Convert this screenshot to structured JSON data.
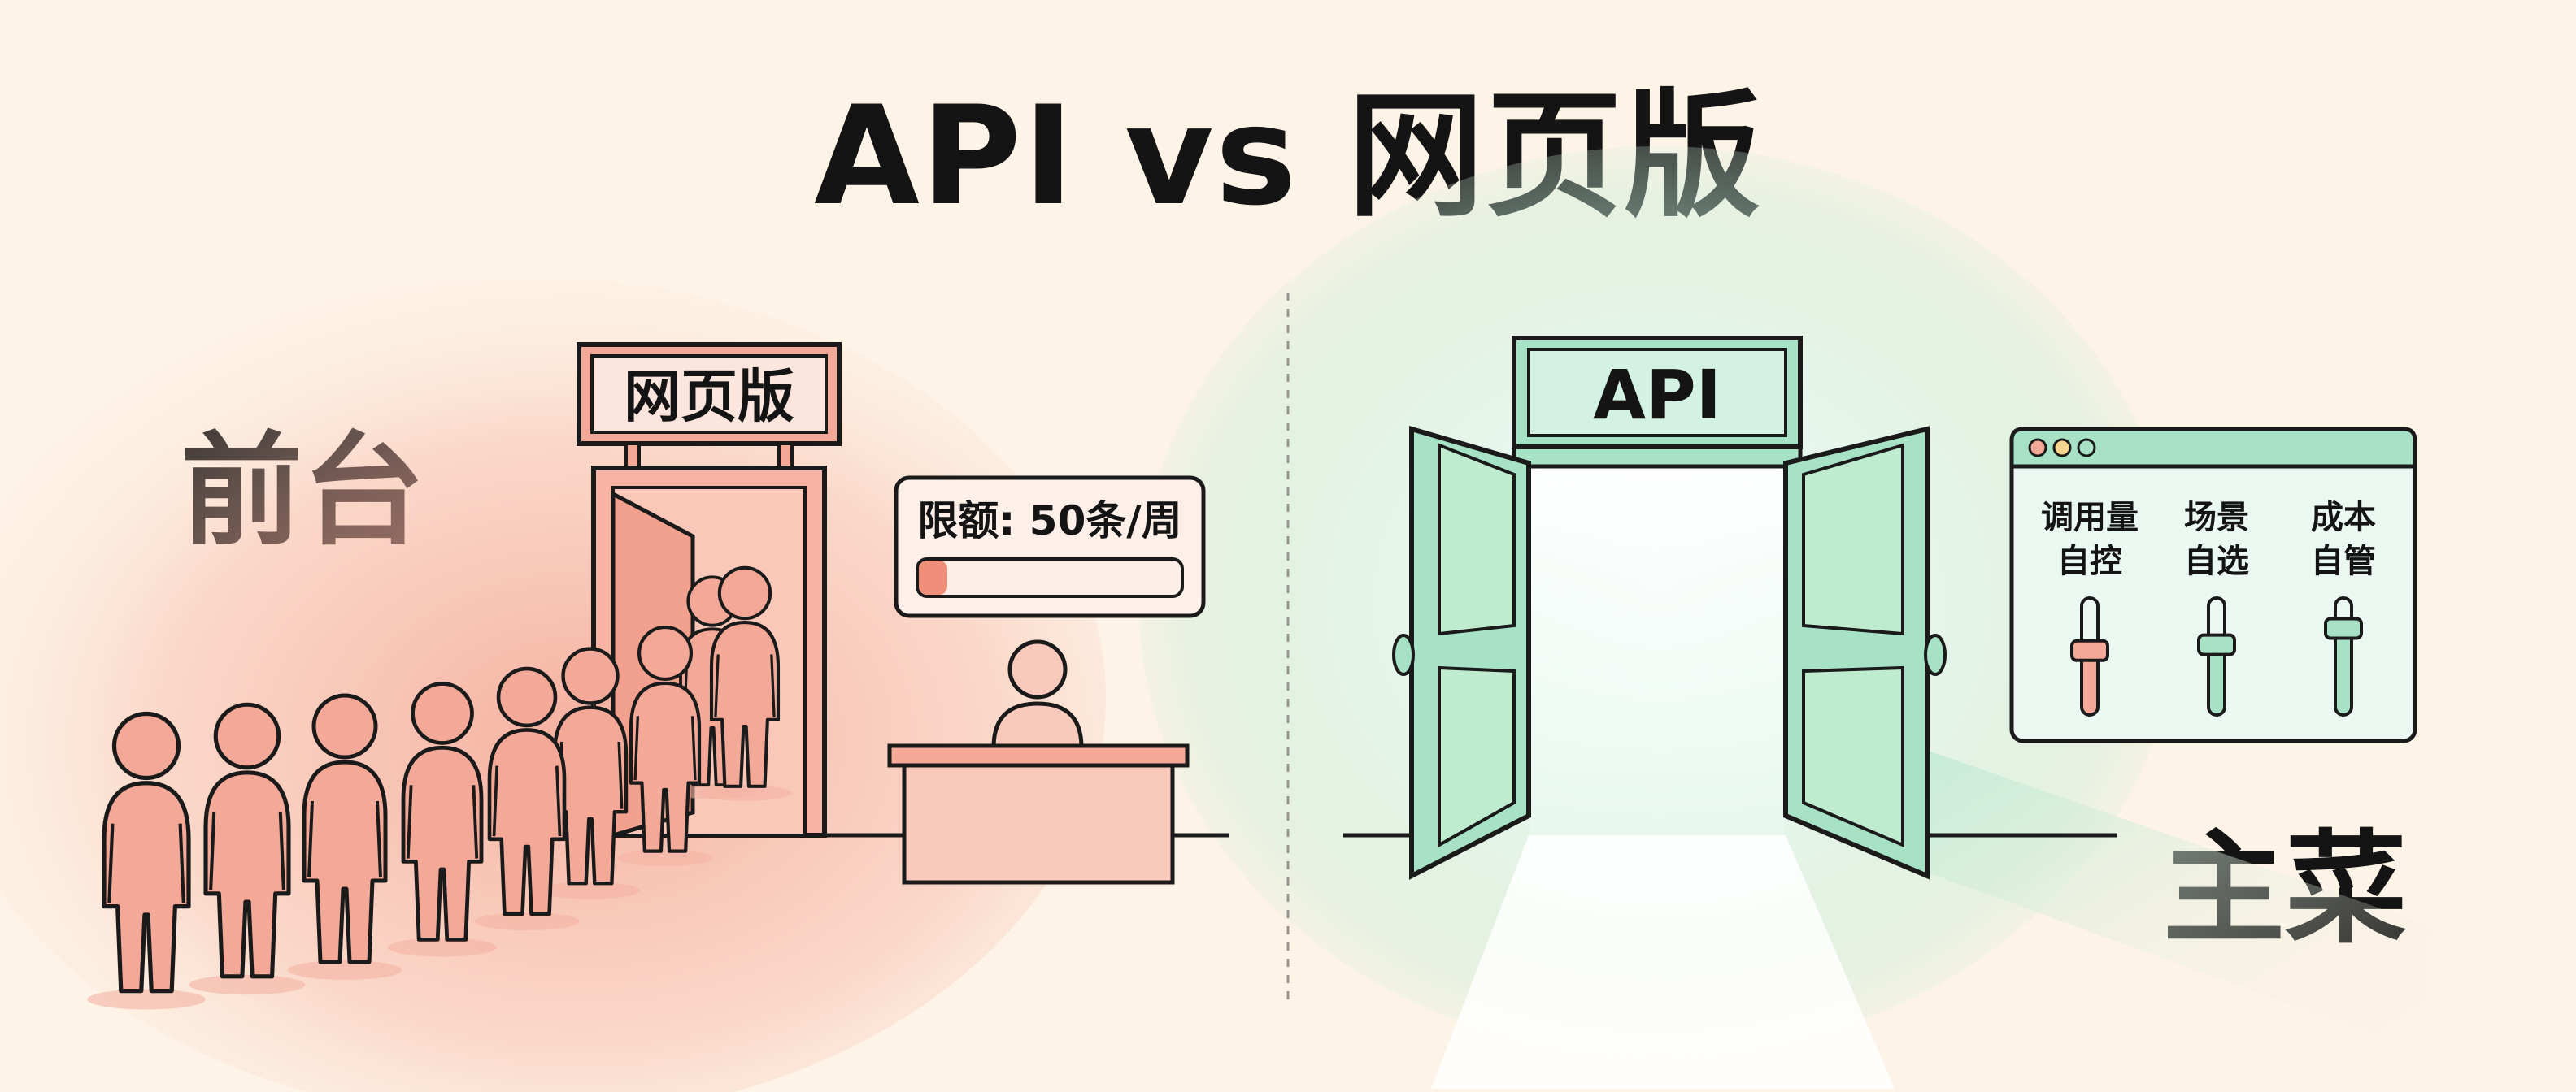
{
  "title": "API vs 网页版",
  "left": {
    "label": "前台",
    "sign": "网页版",
    "quota": "限额: 50条/周",
    "quota_fill": 0.11
  },
  "right": {
    "label": "主菜",
    "sign": "API",
    "controls": [
      {
        "line1": "调用量",
        "line2": "自控",
        "level": 0.55,
        "color": "#f4a897"
      },
      {
        "line1": "场景",
        "line2": "自选",
        "level": 0.6,
        "color": "#a8e2c6"
      },
      {
        "line1": "成本",
        "line2": "自管",
        "level": 0.74,
        "color": "#a8e2c6"
      }
    ]
  },
  "colors": {
    "background": "#fdf3e6",
    "salmon": "#f4a897",
    "salmon_light": "#f9c9bb",
    "mint": "#a8e2c6",
    "mint_light": "#ccf0de",
    "ink": "#1a1a1a"
  }
}
